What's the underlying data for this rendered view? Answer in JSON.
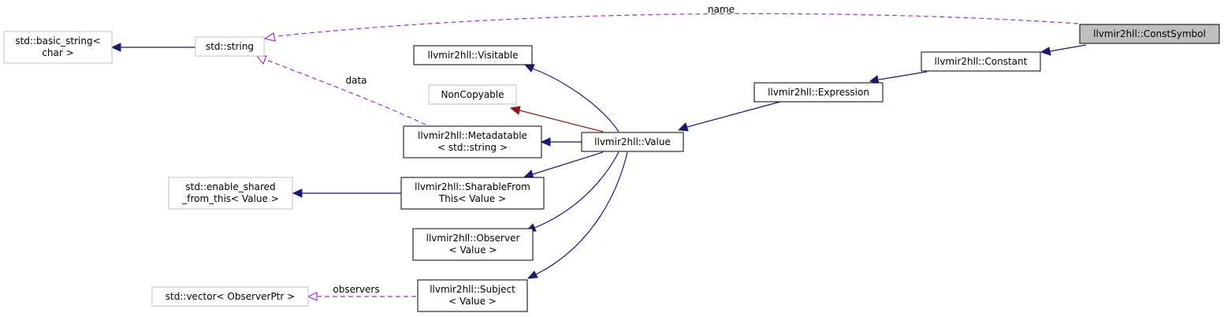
{
  "nodes": {
    "const_symbol": "llvmir2hll::ConstSymbol",
    "constant": "llvmir2hll::Constant",
    "expression": "llvmir2hll::Expression",
    "value": "llvmir2hll::Value",
    "visitable": "llvmir2hll::Visitable",
    "noncopyable": "NonCopyable",
    "metadatable": [
      "llvmir2hll::Metadatable",
      "< std::string >"
    ],
    "sharable": [
      "llvmir2hll::SharableFrom",
      "This< Value >"
    ],
    "observer": [
      "llvmir2hll::Observer",
      "< Value >"
    ],
    "subject": [
      "llvmir2hll::Subject",
      "< Value >"
    ],
    "std_string": "std::string",
    "basic_string": [
      "std::basic_string<",
      "char >"
    ],
    "enable_shared": [
      "std::enable_shared",
      "_from_this< Value >"
    ],
    "vector_observer": "std::vector< ObserverPtr >"
  },
  "edge_labels": {
    "name": "name",
    "data": "data",
    "observers": "observers"
  },
  "colors": {
    "inheritance": "#191970",
    "private_inheritance": "#8b1a1a",
    "usage": "#9a32cd",
    "focus_fill": "#bfbfbf",
    "weak_border": "#bfbfbf"
  }
}
